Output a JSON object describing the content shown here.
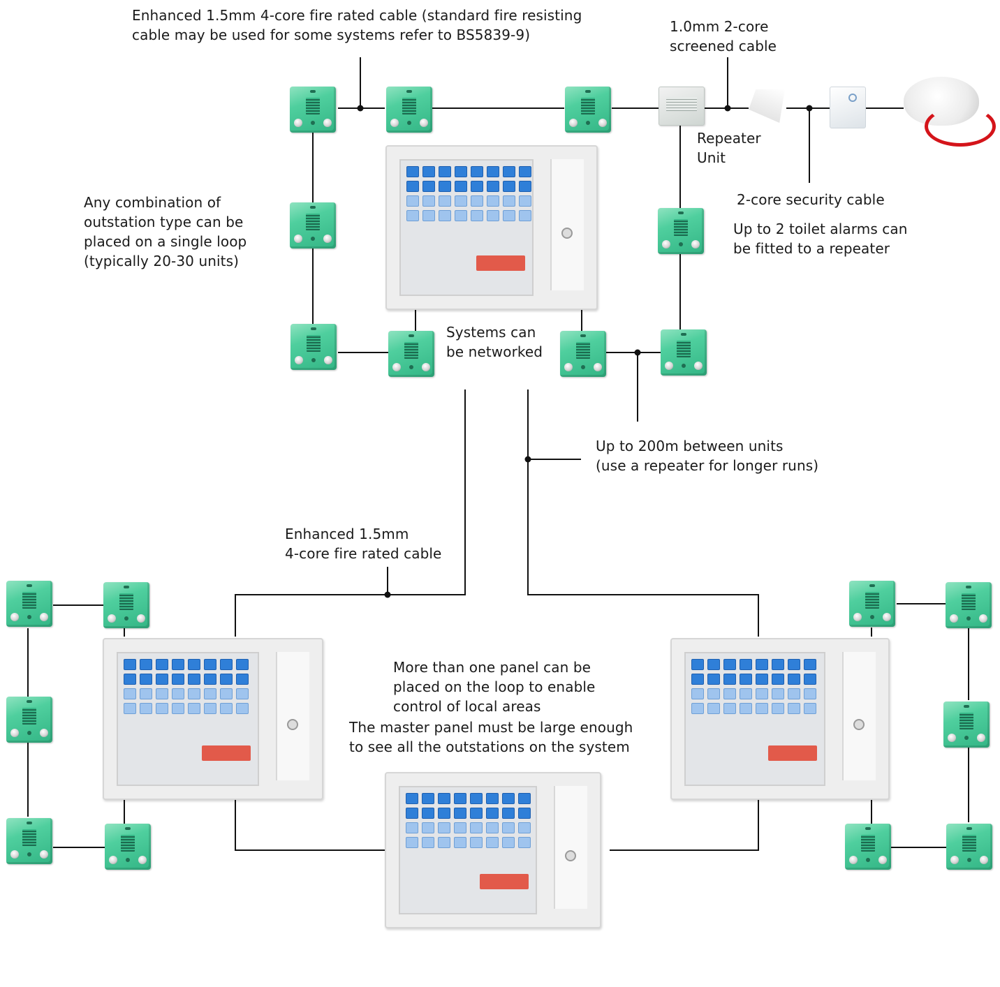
{
  "labels": {
    "cable_top": "Enhanced 1.5mm 4-core fire rated cable (standard fire resisting",
    "cable_top_2": "cable may be used for some systems refer to BS5839-9)",
    "screened_1": "1.0mm 2-core",
    "screened_2": "screened cable",
    "repeater_1": "Repeater",
    "repeater_2": "Unit",
    "security": "2-core security cable",
    "toilet_1": "Up to 2 toilet alarms can",
    "toilet_2": "be fitted to a repeater",
    "combo_1": "Any combination of",
    "combo_2": "outstation type can be",
    "combo_3": "placed on a single loop",
    "combo_4": "(typically 20-30 units)",
    "network_1": "Systems can",
    "network_2": "be networked",
    "distance_1": "Up to 200m between units",
    "distance_2": "(use a repeater for longer runs)",
    "cable_mid_1": "Enhanced 1.5mm",
    "cable_mid_2": "4-core fire rated cable",
    "panels_1": "More than one panel can be",
    "panels_2": "placed on the loop to enable",
    "panels_3": "control of local areas",
    "master_1": "The master panel must be large enough",
    "master_2": "to see all the outstations on the system"
  },
  "colors": {
    "wire": "#111111",
    "outstation": "#4fcf9e",
    "panel_keys": "#2f7fd8",
    "cord": "#d4141a"
  }
}
